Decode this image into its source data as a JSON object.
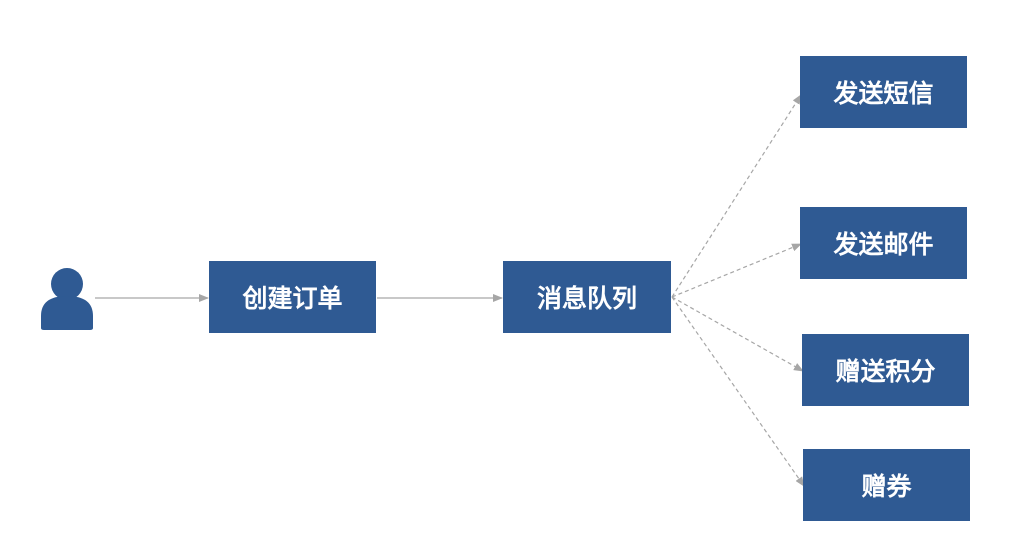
{
  "user": {
    "icon": "user-icon"
  },
  "nodes": {
    "create_order": "创建订单",
    "message_queue": "消息队列",
    "send_sms": "发送短信",
    "send_email": "发送邮件",
    "give_points": "赠送积分",
    "give_coupon": "赠券"
  },
  "colors": {
    "box_fill": "#2f5a93",
    "box_text": "#ffffff",
    "solid_arrow": "#a6a6a6",
    "dashed_arrow": "#a6a6a6"
  }
}
